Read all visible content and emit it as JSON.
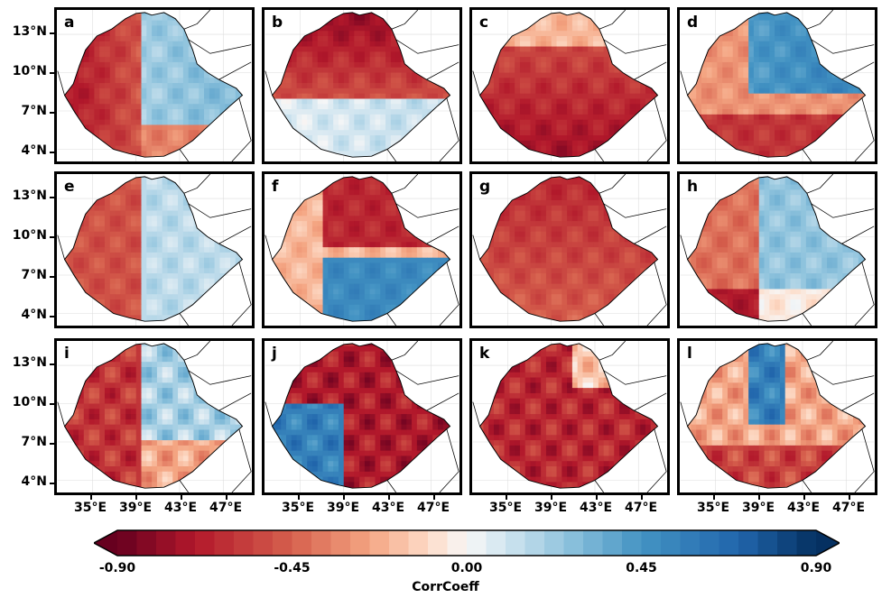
{
  "panels": [
    {
      "label": "a",
      "pattern": 0
    },
    {
      "label": "b",
      "pattern": 1
    },
    {
      "label": "c",
      "pattern": 2
    },
    {
      "label": "d",
      "pattern": 3
    },
    {
      "label": "e",
      "pattern": 4
    },
    {
      "label": "f",
      "pattern": 5
    },
    {
      "label": "g",
      "pattern": 6
    },
    {
      "label": "h",
      "pattern": 7
    },
    {
      "label": "i",
      "pattern": 8
    },
    {
      "label": "j",
      "pattern": 9
    },
    {
      "label": "k",
      "pattern": 10
    },
    {
      "label": "l",
      "pattern": 11
    }
  ],
  "axes": {
    "lat_ticks": [
      "13°N",
      "10°N",
      "7°N",
      "4°N"
    ],
    "lon_ticks": [
      "35°E",
      "39°E",
      "43°E",
      "47°E"
    ]
  },
  "colorbar": {
    "title": "CorrCoeff",
    "min": -0.9,
    "max": 0.9,
    "ticks": [
      "-0.90",
      "-0.45",
      "0.00",
      "0.45",
      "0.90"
    ],
    "extend": "both",
    "colormap": "RdBu_r"
  }
}
